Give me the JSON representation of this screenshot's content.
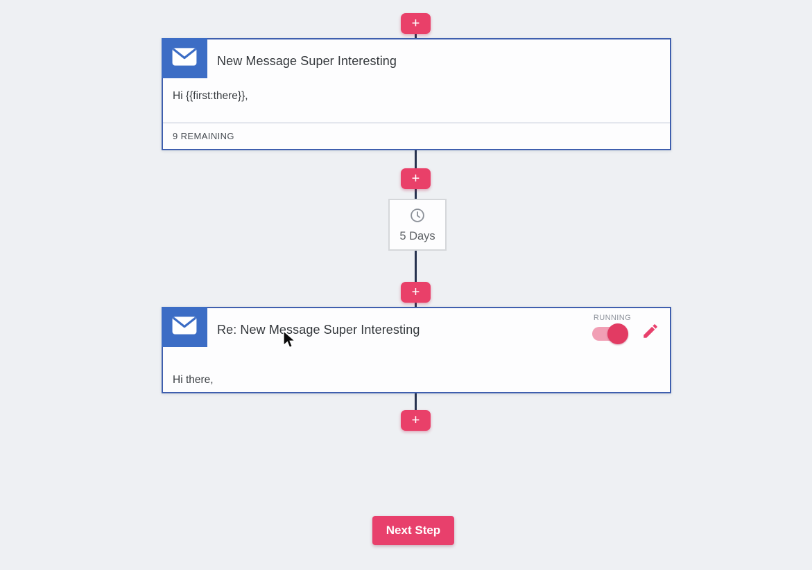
{
  "flow": {
    "add_button_label": "+",
    "steps": [
      {
        "type": "email",
        "icon": "envelope-icon",
        "title": "New Message Super Interesting",
        "body_preview": "Hi {{first:there}},",
        "footer": "9 REMAINING"
      },
      {
        "type": "delay",
        "icon": "clock-icon",
        "duration": "5 Days"
      },
      {
        "type": "email",
        "icon": "envelope-icon",
        "title": "Re: New Message Super Interesting",
        "body_preview": "Hi there,",
        "status": {
          "label": "RUNNING",
          "toggle": "on"
        }
      }
    ],
    "next_step_label": "Next Step"
  },
  "colors": {
    "background": "#eef0f3",
    "accent_pink": "#e8406c",
    "icon_blue": "#3c6dc5",
    "card_border_blue": "#3f5fae",
    "connector_navy": "#27324f",
    "toggle_track_pink": "#f19fb5",
    "muted_text": "#8d929b"
  }
}
